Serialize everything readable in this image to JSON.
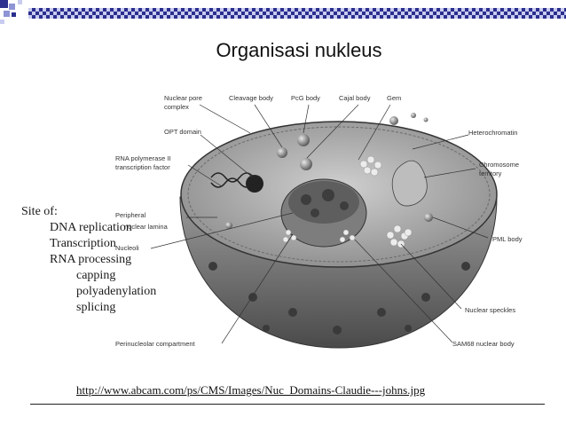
{
  "slide": {
    "title": "Organisasi nukleus",
    "accent_colors": {
      "dark": "#2b2f8f",
      "light": "#8e94d6"
    }
  },
  "diagram": {
    "labels": {
      "nuclear_pore": [
        "Nuclear pore",
        "complex"
      ],
      "cleavage_body": "Cleavage body",
      "pcg_body": "PcG body",
      "cajal_body": "Cajal body",
      "gem": "Gem",
      "opt_domain": "OPT domain",
      "rna_pol": [
        "RNA polymerase II",
        "transcription factor"
      ],
      "heterochromatin": "Heterochromatin",
      "chromosome_territory": [
        "Chromosome",
        "territory"
      ],
      "peripheral_lamina": [
        "Peripheral",
        "nuclear lamina"
      ],
      "nucleoli": "Nucleoli",
      "pml_body": "PML body",
      "nuclear_speckles": "Nuclear speckles",
      "sam68": "SAM68 nuclear body",
      "perinucleolar": "Perinucleolar compartment"
    }
  },
  "site_of": {
    "heading": "Site of:",
    "items": [
      "DNA replication",
      "Transcription",
      "RNA processing"
    ],
    "subitems": [
      "capping",
      "polyadenylation",
      "splicing"
    ]
  },
  "source": {
    "url": "http://www.abcam.com/ps/CMS/Images/Nuc_Domains-Claudie---johns.jpg"
  }
}
